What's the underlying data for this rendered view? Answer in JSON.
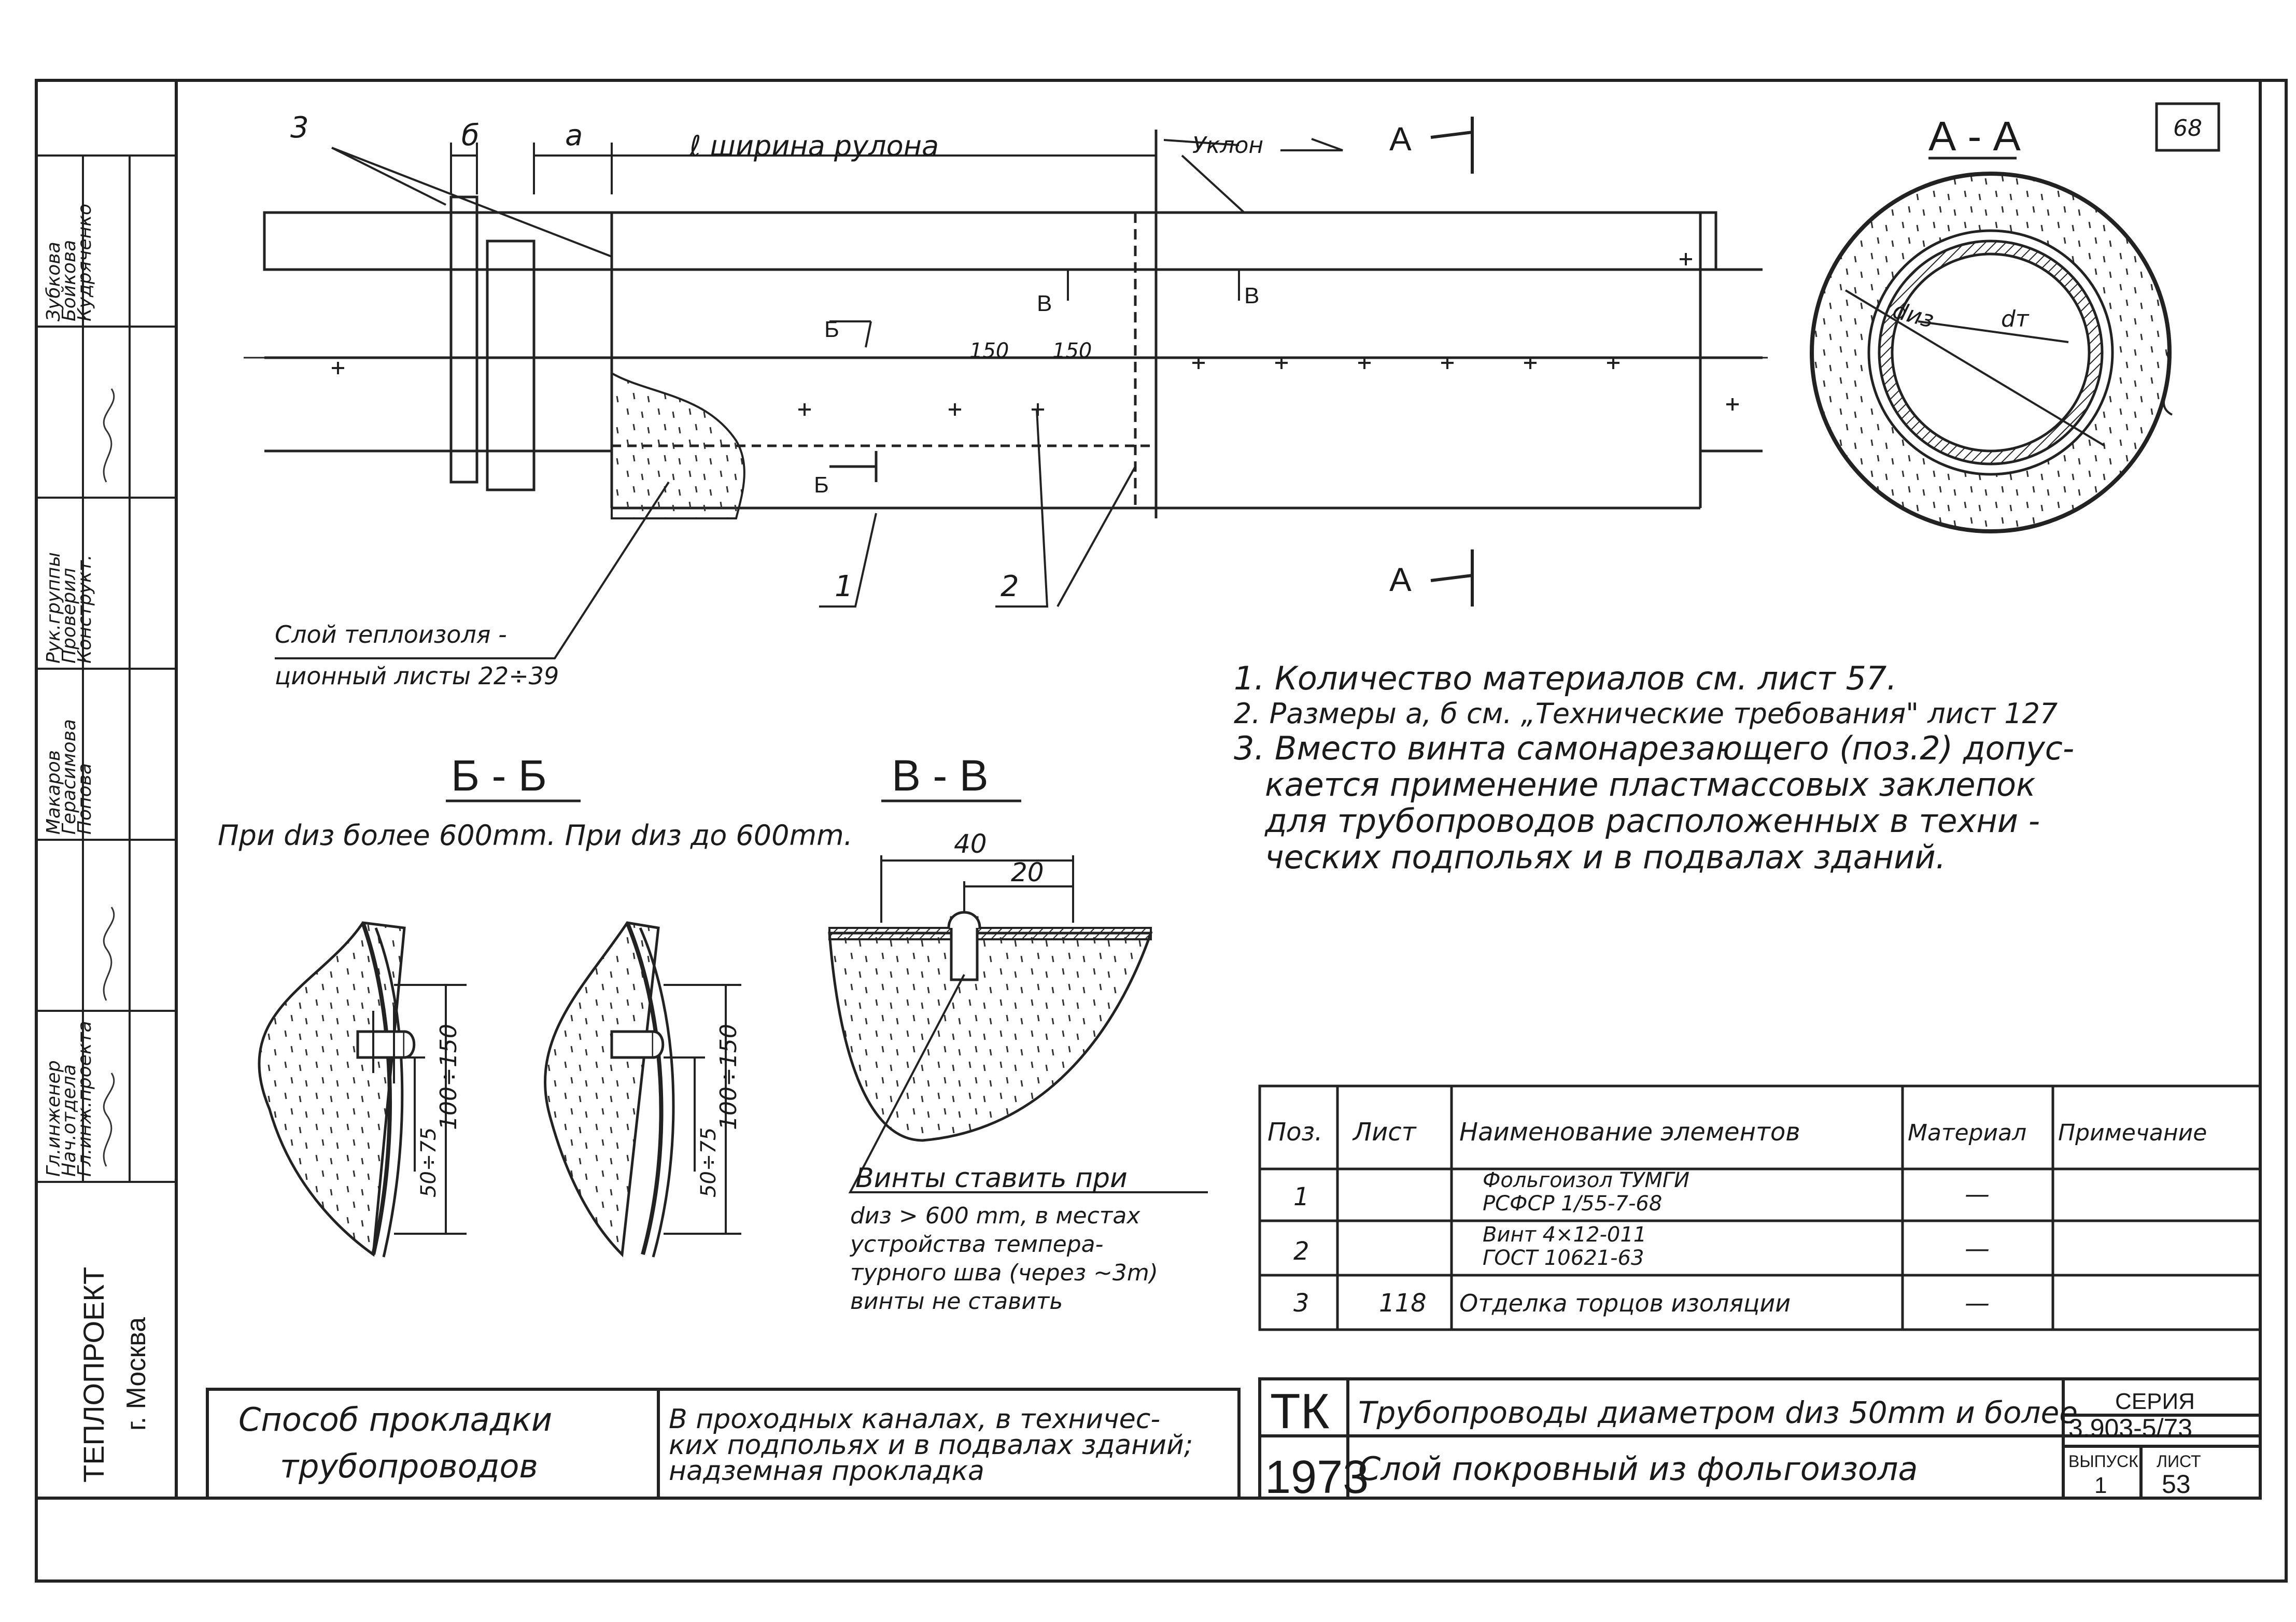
{
  "frame": {
    "sheet_no_corner": "68"
  },
  "main_view": {
    "label_3": "3",
    "dim_b": "б",
    "dim_a": "а",
    "roll_width": "ℓ ширина рулона",
    "slope": "Уклон",
    "section_a_top": "А",
    "section_a_bottom": "А",
    "cut_b": "Б",
    "cut_b2": "Б",
    "cut_v": "В",
    "cut_v2": "В",
    "dim_150_1": "150",
    "dim_150_2": "150",
    "label_1": "1",
    "label_2": "2",
    "insulation_note_1": "Слой теплоизоля -",
    "insulation_note_2": "ционный листы 22÷39"
  },
  "section_aa": {
    "title": "А - А",
    "d_iz": "dиз",
    "d_t": "dт"
  },
  "notes": [
    "1. Количество материалов см. лист 57.",
    "2. Размеры а, б см. „Технические требования\" лист 127",
    "3. Вместо винта самонарезающего (поз.2) допус-",
    "кается применение пластмассовых заклепок",
    "для трубопроводов расположенных в техни -",
    "ческих подпольях и в подвалах зданий."
  ],
  "section_bb": {
    "title": "Б - Б",
    "subtitle": "При dиз более 600mm. При dиз до 600mm.",
    "dim_outer": "100÷150",
    "dim_inner": "50÷75"
  },
  "section_vv": {
    "title": "В - В",
    "dim_40": "40",
    "dim_20": "20",
    "note_1": "Винты ставить при",
    "note_2": "dиз > 600 mm, в местах",
    "note_3": "устройства темпера-",
    "note_4": "турного шва (через ~3m)",
    "note_5": "винты не ставить"
  },
  "spec_table": {
    "headers": [
      "Поз.",
      "Лист",
      "Наименование элементов",
      "Материал",
      "Примечание"
    ],
    "rows": [
      {
        "pos": "1",
        "sheet": "",
        "name_1": "Фольгоизол ТУМГИ",
        "name_2": "РСФСР 1/55-7-68",
        "material": "—",
        "note": ""
      },
      {
        "pos": "2",
        "sheet": "",
        "name_1": "Винт 4×12-011",
        "name_2": "ГОСТ 10621-63",
        "material": "—",
        "note": ""
      },
      {
        "pos": "3",
        "sheet": "118",
        "name_1": "Отделка торцов изоляции",
        "name_2": "",
        "material": "—",
        "note": ""
      }
    ]
  },
  "title_block": {
    "org_1": "ТЕПЛОПРОЕКТ",
    "org_2": "г. Москва",
    "method_1": "Способ прокладки",
    "method_2": "трубопроводов",
    "location_1": "В проходных каналах, в техничес-",
    "location_2": "ких подпольях и в подвалах зданий;",
    "location_3": "надземная прокладка",
    "tk": "ТК",
    "year": "1973",
    "title_1": "Трубопроводы диаметром dиз 50mm и более",
    "title_2": "Слой покровный из фольгоизола",
    "series_label": "СЕРИЯ",
    "series": "3.903-5/73",
    "issue_label": "ВЫПУСК",
    "issue": "1",
    "sheet_label": "ЛИСТ",
    "sheet": "53"
  },
  "signatures": {
    "roles": [
      "Гл.инженер",
      "Нач.отдела",
      "Гл.инж.проекта",
      "Рук.группы",
      "Проверил",
      "Конструкт."
    ],
    "names": [
      "Макаров",
      "Герасимова",
      "Попова",
      "Зубкова",
      "Бойкова",
      "Кудряченко"
    ]
  }
}
